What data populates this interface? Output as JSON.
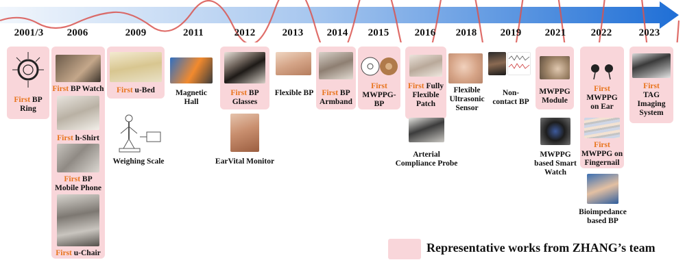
{
  "timeline": {
    "years": [
      "2001/3",
      "2006",
      "2009",
      "2011",
      "2012",
      "2013",
      "2014",
      "2015",
      "2016",
      "2018",
      "2019",
      "2021",
      "2022",
      "2023"
    ]
  },
  "highlight_word": "First",
  "captions": {
    "bp_ring": [
      "BP",
      "Ring"
    ],
    "bp_watch": "BP Watch",
    "h_shirt": "h-Shirt",
    "bp_mobile": [
      "BP",
      "Mobile Phone"
    ],
    "u_chair": "u-Chair",
    "u_bed": "u-Bed",
    "weighing_scale": "Weighing Scale",
    "magnetic_hall": [
      "Magnetic",
      "Hall"
    ],
    "bp_glasses": [
      "BP",
      "Glasses"
    ],
    "earvital": "EarVital Monitor",
    "flexible_bp": "Flexible BP",
    "bp_armband": [
      "BP",
      "Armband"
    ],
    "mwppg_bp": [
      "MWPPG-",
      "BP"
    ],
    "fully_flexible": [
      "Fully",
      "Flexible",
      "Patch"
    ],
    "arterial": [
      "Arterial",
      "Compliance Probe"
    ],
    "ultrasonic": [
      "Flexible",
      "Ultrasonic",
      "Sensor"
    ],
    "noncontact": [
      "Non-",
      "contact BP"
    ],
    "mwppg_module": [
      "MWPPG",
      "Module"
    ],
    "smartwatch": [
      "MWPPG",
      "based Smart",
      "Watch"
    ],
    "mwppg_ear": [
      "MWPPG",
      "on Ear"
    ],
    "mwppg_nail": [
      "MWPPG on",
      "Fingernail"
    ],
    "bioimpedance": [
      "Bioimpedance",
      "based BP"
    ],
    "tag": [
      "TAG",
      "Imaging",
      "System"
    ]
  },
  "legend": "Representative works from ZHANG’s team",
  "colors": {
    "card": "#f9d6da",
    "first": "#e8731b",
    "arrow_start": "#eaf2fb",
    "arrow_end": "#1f6fd6",
    "wave": "#d9534f"
  }
}
